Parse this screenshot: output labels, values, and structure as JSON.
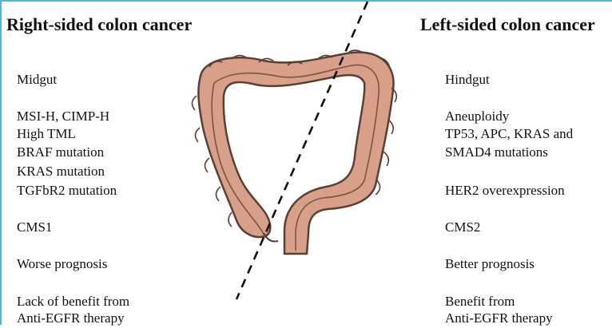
{
  "right_sided": {
    "title": "Right-sided colon cancer",
    "origin": "Midgut",
    "molecular": [
      "MSI-H, CIMP-H",
      "High TML",
      "BRAF mutation",
      "KRAS mutation",
      "TGFbR2 mutation"
    ],
    "subtype": "CMS1",
    "prognosis": "Worse prognosis",
    "therapy": [
      "Lack of benefit from",
      "Anti-EGFR therapy"
    ]
  },
  "left_sided": {
    "title": "Left-sided colon cancer",
    "origin": "Hindgut",
    "molecular": [
      "Aneuploidy",
      "TP53, APC, KRAS and",
      "SMAD4 mutations"
    ],
    "her2": "HER2 overexpression",
    "subtype": "CMS2",
    "prognosis": "Better prognosis",
    "therapy": [
      "Benefit from",
      "Anti-EGFR therapy"
    ]
  },
  "colors": {
    "frame_border": "#4fb4e6",
    "colon_fill": "#d8a088",
    "colon_outline": "#5a3f34"
  }
}
